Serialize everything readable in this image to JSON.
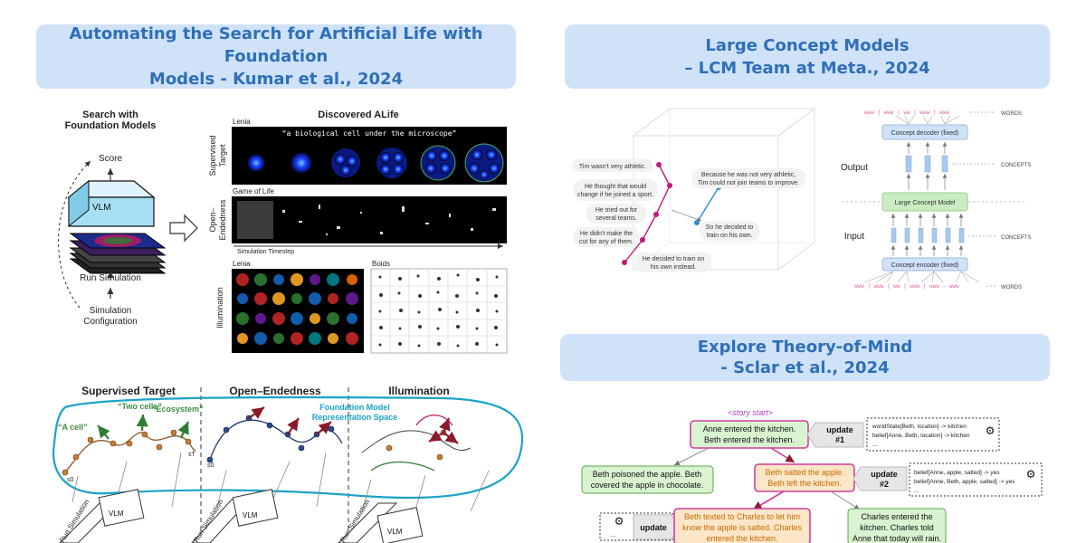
{
  "papers": [
    {
      "title_line1": "Automating the Search for Artificial Life with Foundation",
      "title_line2": "Models - Kumar et al., 2024"
    },
    {
      "title_line1": "Large Concept Models",
      "title_line2": "– LCM Team at Meta., 2024"
    },
    {
      "title_line1": "Explore Theory-of-Mind",
      "title_line2": "- Sclar et al., 2024"
    }
  ],
  "alife": {
    "search_heading_1": "Search with",
    "search_heading_2": "Foundation Models",
    "score": "Score",
    "vlm": "VLM",
    "run_simulation": "Run Simulation",
    "sim_config_1": "Simulation",
    "sim_config_2": "Configuration",
    "discovered": "Discovered ALife",
    "lenia": "Lenia",
    "prompt": "“a biological cell under the microscope”",
    "supervised_1": "Supervised",
    "supervised_2": "Target",
    "game_of_life": "Game of Life",
    "open_1": "Open–",
    "open_2": "Endedness",
    "timestep": "Simulation Timestep",
    "illumination": "Illumination",
    "lenia2": "Lenia",
    "boids": "Boids",
    "bottom_supervised": "Supervised Target",
    "bottom_open": "Open–Endedness",
    "bottom_illum": "Illumination",
    "two_cells": "“Two cells”",
    "a_cell": "“A cell”",
    "ecosystem": "“Ecosystem”",
    "fm_rep_1": "Foundation Model",
    "fm_rep_2": "Representation Space",
    "s0": "s0",
    "sT": "sT"
  },
  "lcm": {
    "sentences": [
      "Tim wasn't very athletic.",
      "He thought that would",
      "change if he joined a sport.",
      "He tried out for",
      "several teams.",
      "He didn't make the",
      "cut for any of them.",
      "He decided to train on",
      "his own instead.",
      "Because he was not very athletic,",
      "Tim could not join teams to improve.",
      "So he decided to",
      "train on his own."
    ],
    "words": "WORDS",
    "concepts": "CONCEPTS",
    "decoder": "Concept decoder (fixed)",
    "model": "Large Concept Model",
    "encoder": "Concept encoder (fixed)",
    "output": "Output",
    "input": "Input"
  },
  "tom": {
    "story_start": "<story start>",
    "n1_a": "Anne entered the kitchen.",
    "n1_b": "Beth entered the kitchen.",
    "update1_a": "update",
    "update1_b": "#1",
    "state1_a": "worldState[Beth, location] -> kitchen",
    "state1_b": "belief[Anne, Beth, location] -> kitchen",
    "state1_c": "...",
    "n2_a": "Beth poisoned the apple. Beth",
    "n2_b": "covered the apple in chocolate.",
    "n3_a": "Beth salted the apple.",
    "n3_b": "Beth left the kitchen.",
    "update2_a": "update",
    "update2_b": "#2",
    "state2_a": "belief[Anne, apple, salted] -> yes",
    "state2_b": "belief[Anne, Beth, apple, salted] -> yes",
    "state2_c": "...",
    "update3": "update",
    "state3": "...",
    "n4_a": "Beth texted to Charles to let him",
    "n4_b": "know the apple is salted. Charles",
    "n4_c": "entered the kitchen.",
    "n5_a": "Charles entered the",
    "n5_b": "kitchen. Charles told",
    "n5_c": "Anne that today will rain."
  },
  "colors": {
    "title_bg": "#cfe2f8",
    "title_text": "#2f6fb8",
    "green_node": "#d9f2d0",
    "orange_node": "#fde6c7",
    "lcm_green": "#c9ecc0",
    "lcm_blue": "#cfe2f8"
  }
}
